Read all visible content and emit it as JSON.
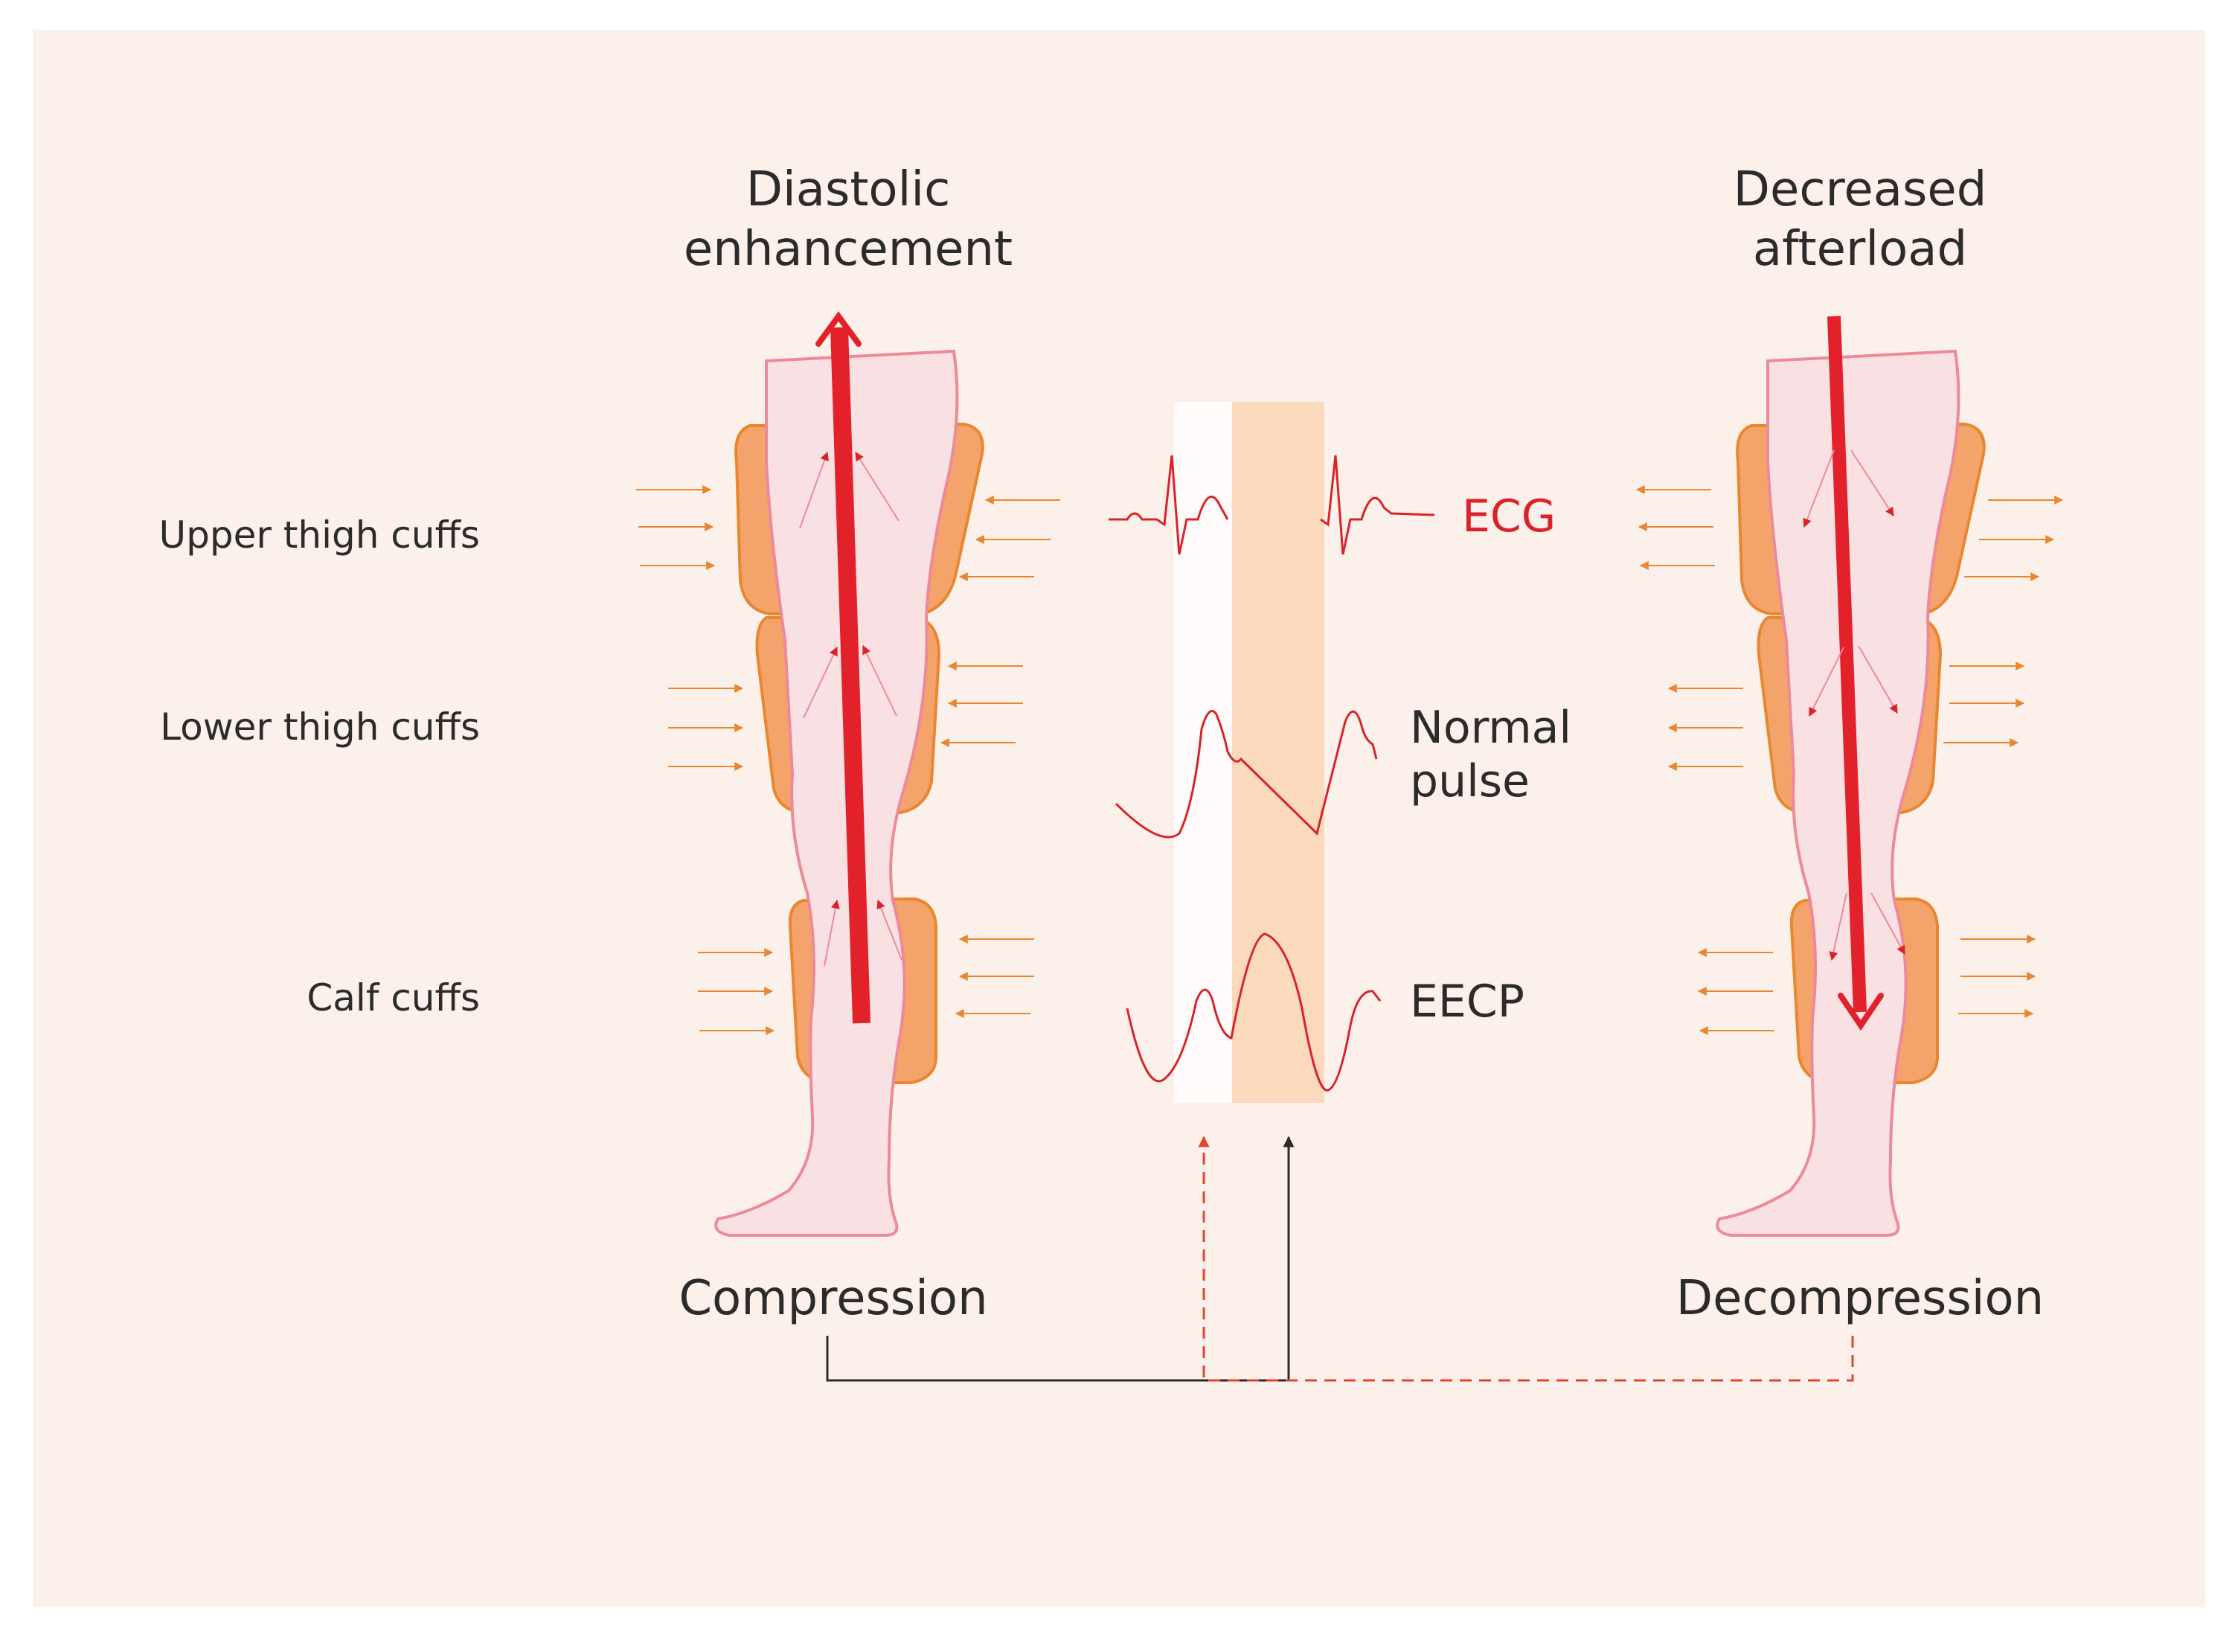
{
  "labels": {
    "upper_thigh": "Upper thigh cuffs",
    "lower_thigh": "Lower thigh cuffs",
    "calf": "Calf cuffs",
    "left_title_line1": "Diastolic",
    "left_title_line2": "enhancement",
    "right_title_line1": "Decreased",
    "right_title_line2": "afterload",
    "ecg": "ECG",
    "normal_pulse_line1": "Normal",
    "normal_pulse_line2": "pulse",
    "eecp": "EECP",
    "compression": "Compression",
    "decompression": "Decompression"
  },
  "colors": {
    "background": "#fcf1ea",
    "leg_fill": "#f9e1e3",
    "leg_outline": "#ec8a9a",
    "cuff_fill": "#f4a36b",
    "cuff_outline": "#e8872f",
    "blood_flow_red": "#e3212a",
    "compression_line": "#2b2b2b",
    "decompression_line": "#e0462e",
    "compression_band": "#fbd9bd",
    "decompression_band": "#fefbfa"
  }
}
